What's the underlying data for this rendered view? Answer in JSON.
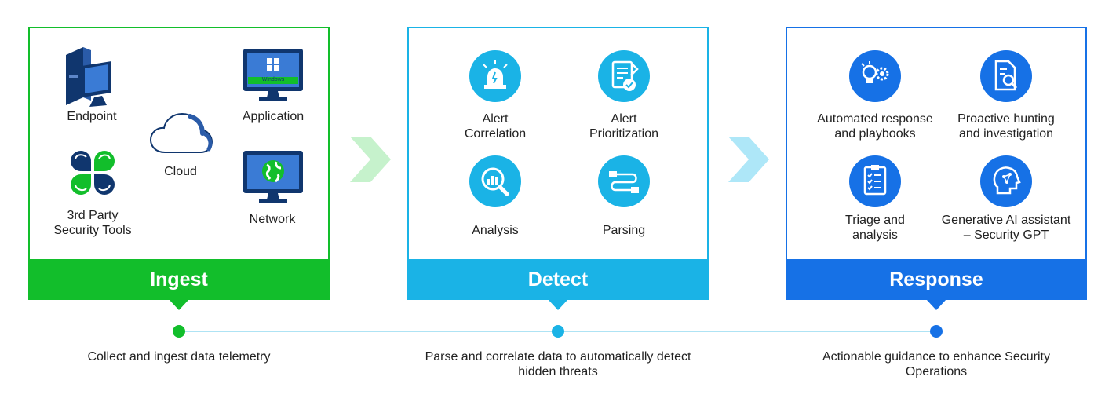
{
  "colors": {
    "ingest": "#12be2b",
    "detect": "#1ab3e6",
    "response": "#1671e6",
    "chevron_ingest": "#c6f2cc",
    "chevron_detect": "#aee7f8",
    "timeline": "#aee3f4",
    "icon_dark": "#10366e"
  },
  "ingest": {
    "title": "Ingest",
    "items": {
      "endpoint": "Endpoint",
      "application": "Application",
      "cloud": "Cloud",
      "third_party_line1": "3rd Party",
      "third_party_line2": "Security Tools",
      "network": "Network",
      "windows_badge": "Windows"
    },
    "caption": "Collect and ingest data telemetry"
  },
  "detect": {
    "title": "Detect",
    "items": {
      "alert_correlation_line1": "Alert",
      "alert_correlation_line2": "Correlation",
      "alert_prioritization_line1": "Alert",
      "alert_prioritization_line2": "Prioritization",
      "analysis": "Analysis",
      "parsing": "Parsing"
    },
    "caption_line1": "Parse and correlate data to automatically detect",
    "caption_line2": "hidden threats"
  },
  "response": {
    "title": "Response",
    "items": {
      "automated_line1": "Automated response",
      "automated_line2": "and playbooks",
      "hunting_line1": "Proactive hunting",
      "hunting_line2": "and investigation",
      "triage_line1": "Triage and",
      "triage_line2": "analysis",
      "genai_line1": "Generative AI assistant",
      "genai_line2": "– Security GPT"
    },
    "caption_line1": "Actionable guidance to enhance Security",
    "caption_line2": "Operations"
  },
  "icons": {
    "endpoint": "desktop-computer-icon",
    "application": "windows-monitor-icon",
    "cloud": "cloud-icon",
    "third_party": "clover-icon",
    "network": "globe-monitor-icon",
    "alert_correlation": "siren-icon",
    "alert_prioritization": "clipboard-check-icon",
    "analysis": "magnifier-chart-icon",
    "parsing": "flow-icon",
    "automated": "lightbulb-gear-icon",
    "hunting": "document-search-icon",
    "triage": "checklist-icon",
    "genai": "ai-head-icon"
  }
}
